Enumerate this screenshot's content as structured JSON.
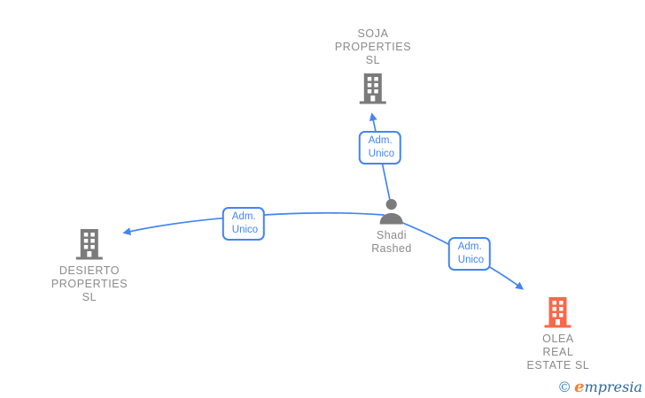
{
  "colors": {
    "background": "#ffffff",
    "edge": "#4285f4",
    "icon_gray": "#7b7b7b",
    "label_gray": "#8a8a8a",
    "accent_orange": "#fa6848",
    "footer_copyright": "#3584c4",
    "footer_e": "#f08234",
    "footer_rest": "#2b6a9b"
  },
  "diagram": {
    "nodes": {
      "soja": {
        "type": "company",
        "name_lines": [
          "SOJA",
          "PROPERTIES",
          "SL"
        ]
      },
      "desierto": {
        "type": "company",
        "name_lines": [
          "DESIERTO",
          "PROPERTIES",
          "SL"
        ]
      },
      "olea": {
        "type": "company",
        "name_lines": [
          "OLEA",
          "REAL",
          "ESTATE SL"
        ]
      },
      "shadi": {
        "type": "person",
        "name_lines": [
          "Shadi",
          "Rashed"
        ]
      }
    },
    "edges": [
      {
        "from": "shadi",
        "to": "soja",
        "role_lines": [
          "Adm.",
          "Unico"
        ]
      },
      {
        "from": "shadi",
        "to": "desierto",
        "role_lines": [
          "Adm.",
          "Unico"
        ]
      },
      {
        "from": "shadi",
        "to": "olea",
        "role_lines": [
          "Adm.",
          "Unico"
        ]
      }
    ]
  },
  "footer": {
    "copyright_symbol": "©",
    "brand_initial": "e",
    "brand_rest": "mpresia"
  }
}
